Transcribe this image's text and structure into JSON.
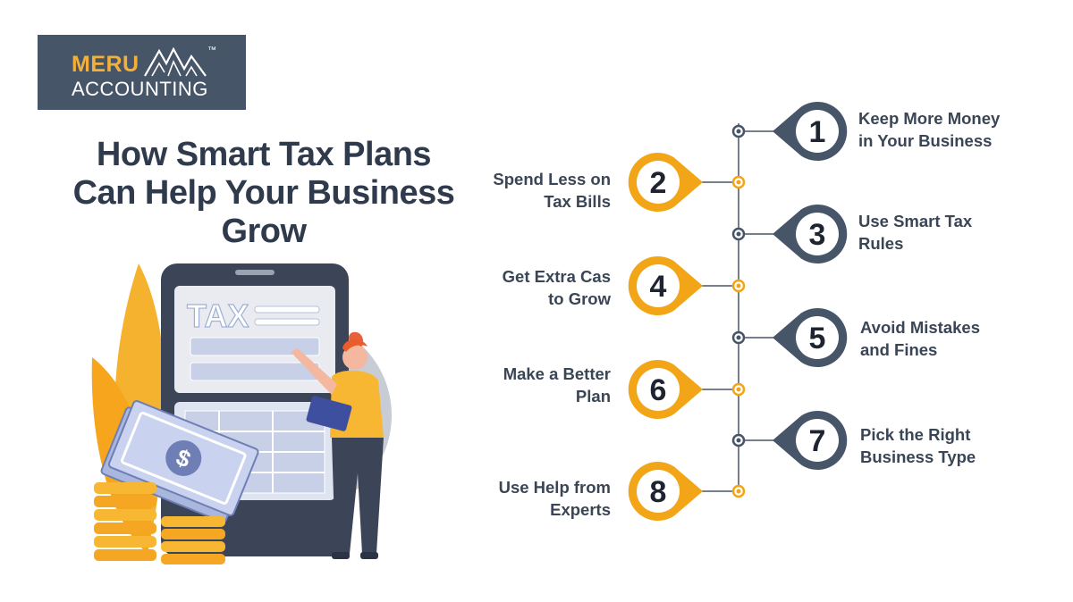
{
  "logo": {
    "brand": "MERU",
    "sub": "ACCOUNTING",
    "tm": "™"
  },
  "title": {
    "line1": "How Smart Tax Plans",
    "line2": "Can Help Your Business",
    "line3": "Grow"
  },
  "illustration": {
    "screen_label": "TAX",
    "currency_symbol": "$"
  },
  "steps": [
    {
      "number": "1",
      "side": "right",
      "line1": "Keep More Money",
      "line2": "in Your Business"
    },
    {
      "number": "2",
      "side": "left",
      "line1": "Spend Less on",
      "line2": "Tax Bills"
    },
    {
      "number": "3",
      "side": "right",
      "line1": "Use Smart Tax",
      "line2": "Rules"
    },
    {
      "number": "4",
      "side": "left",
      "line1": "Get Extra Cas",
      "line2": "to Grow"
    },
    {
      "number": "5",
      "side": "right",
      "line1": "Avoid Mistakes",
      "line2": "and Fines"
    },
    {
      "number": "6",
      "side": "left",
      "line1": "Make a Better",
      "line2": "Plan"
    },
    {
      "number": "7",
      "side": "right",
      "line1": "Pick the Right",
      "line2": "Business Type"
    },
    {
      "number": "8",
      "side": "left",
      "line1": "Use Help from",
      "line2": "Experts"
    }
  ],
  "colors": {
    "dark": "#475569",
    "accent": "#f2a516",
    "text": "#2f3b4c",
    "line": "#4b5566"
  }
}
